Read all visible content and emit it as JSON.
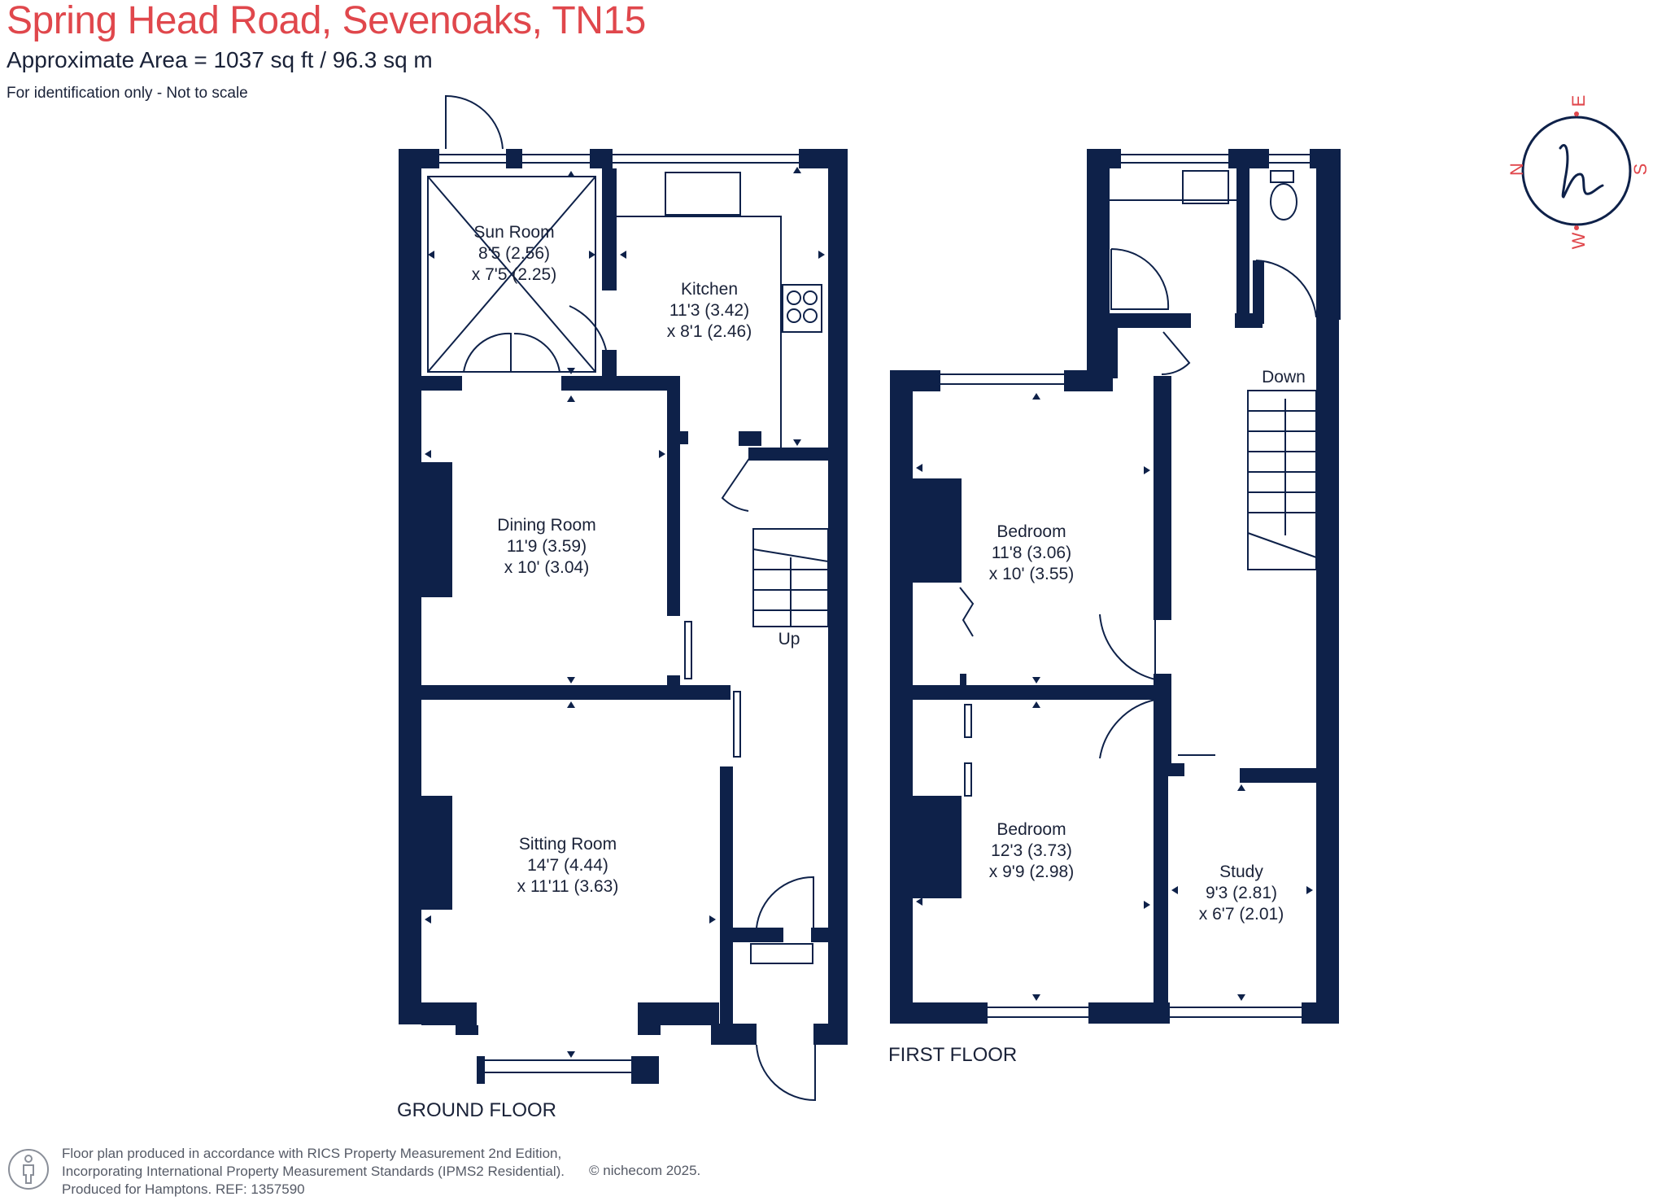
{
  "header": {
    "title": "Spring Head Road, Sevenoaks, TN15",
    "subtitle": "Approximate Area = 1037 sq ft / 96.3 sq m",
    "note": "For identification only - Not to scale"
  },
  "rooms": {
    "sun_room": {
      "name": "Sun Room",
      "dim1": "8'5 (2.56)",
      "dim2": "x 7'5 (2.25)"
    },
    "kitchen": {
      "name": "Kitchen",
      "dim1": "11'3 (3.42)",
      "dim2": "x 8'1 (2.46)"
    },
    "dining_room": {
      "name": "Dining Room",
      "dim1": "11'9 (3.59)",
      "dim2": "x 10' (3.04)"
    },
    "sitting_room": {
      "name": "Sitting Room",
      "dim1": "14'7 (4.44)",
      "dim2": "x 11'11 (3.63)"
    },
    "bedroom_1": {
      "name": "Bedroom",
      "dim1": "11'8 (3.06)",
      "dim2": "x 10' (3.55)"
    },
    "bedroom_2": {
      "name": "Bedroom",
      "dim1": "12'3 (3.73)",
      "dim2": "x 9'9 (2.98)"
    },
    "study": {
      "name": "Study",
      "dim1": "9'3 (2.81)",
      "dim2": "x 6'7 (2.01)"
    }
  },
  "stairs": {
    "up": "Up",
    "down": "Down"
  },
  "floors": {
    "ground": "GROUND FLOOR",
    "first": "FIRST FLOOR"
  },
  "compass": {
    "n": "N",
    "e": "E",
    "s": "S",
    "w": "W"
  },
  "footer": {
    "line1": "Floor plan produced in accordance with RICS Property Measurement 2nd Edition,",
    "line2": "Incorporating International Property Measurement Standards (IPMS2 Residential).",
    "line3": "Produced for Hamptons.  REF:  1357590",
    "credit": "© nichecom 2025."
  },
  "colors": {
    "wall": "#0e2149",
    "title": "#e0474c",
    "text": "#1a2238"
  }
}
